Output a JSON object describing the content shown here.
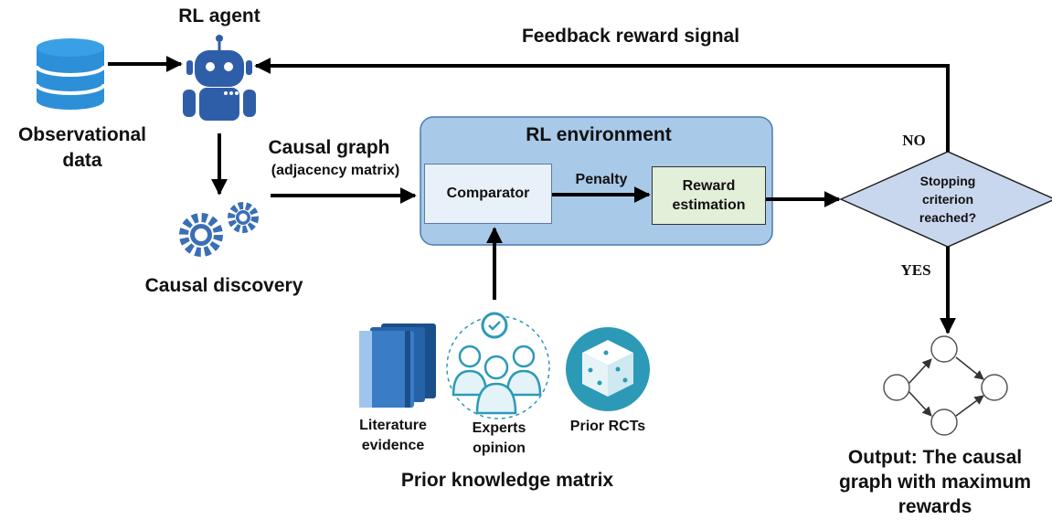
{
  "agent": {
    "title": "RL agent",
    "obs_data_label": "Observational\ndata",
    "causal_discovery_label": "Causal discovery"
  },
  "feedback": {
    "label": "Feedback reward signal"
  },
  "causal_graph": {
    "title": "Causal graph",
    "subtitle": "(adjacency matrix)"
  },
  "environment": {
    "title": "RL environment",
    "comparator": "Comparator",
    "penalty": "Penalty",
    "reward_estimation": "Reward\nestimation"
  },
  "decision": {
    "text": "Stopping\ncriterion\nreached?",
    "no_label": "NO",
    "yes_label": "YES"
  },
  "prior": {
    "literature": "Literature\nevidence",
    "experts": "Experts\nopinion",
    "rcts": "Prior RCTs",
    "matrix_label": "Prior knowledge matrix"
  },
  "output": {
    "label": "Output: The causal\ngraph with maximum\nrewards"
  },
  "colors": {
    "env_fill": "#a9c9e8",
    "env_border": "#4a7ab0",
    "comparator_fill": "#e8f0fa",
    "reward_fill": "#e2efd9",
    "diamond_fill": "#c9d7ee",
    "robot": "#2f5ea8",
    "gear": "#3a6fb5",
    "db": "#2d8fd8",
    "teal": "#2c9ab7"
  },
  "icons": [
    "database-icon",
    "robot-icon",
    "gears-icon",
    "books-icon",
    "experts-icon",
    "dice-icon",
    "output-graph-icon"
  ]
}
